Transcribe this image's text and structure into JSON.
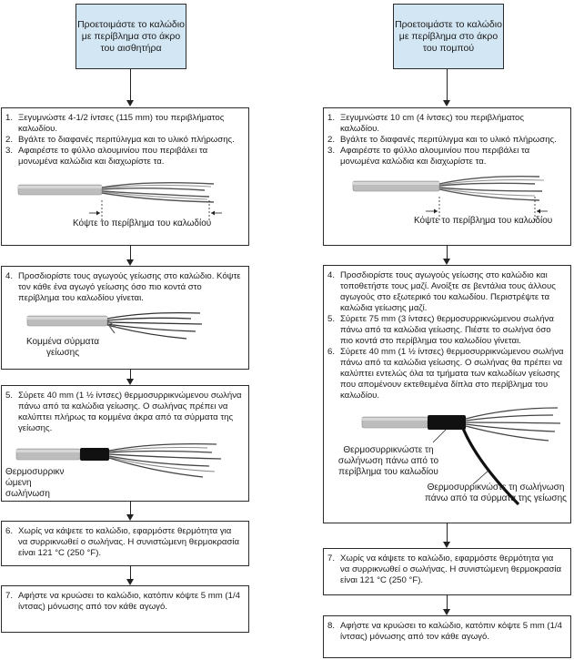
{
  "left": {
    "header": "Προετοιμάστε το καλώδιο με περίβλημα στο άκρο του αισθητήρα",
    "box1": {
      "steps": [
        {
          "n": "1.",
          "text": "Ξεγυμνώστε 4-1/2 ίντσες (115 mm) του περιβλήματος καλωδίου."
        },
        {
          "n": "2.",
          "text": "Βγάλτε το διαφανές περιτύλιγμα και το υλικό πλήρωσης."
        },
        {
          "n": "3.",
          "text": "Αφαιρέστε το φύλλο αλουμινίου που περιβάλει τα μονωμένα καλώδια και διαχωρίστε τα."
        }
      ],
      "caption": "Κόψτε το περίβλημα του καλωδίου"
    },
    "box2": {
      "steps": [
        {
          "n": "4.",
          "text": "Προσδιορίστε τους αγωγούς γείωσης στο καλώδιο. Κόψτε τον κάθε ένα αγωγό γείωσης όσο πιο κοντά στο περίβλημα του καλωδίου γίνεται."
        }
      ],
      "caption": "Κομμένα σύρματα γείωσης"
    },
    "box3": {
      "steps": [
        {
          "n": "5.",
          "text": "Σύρετε 40 mm (1 ½ ίντσες) θερμοσυρρικνώμενου σωλήνα πάνω από τα καλώδια γείωσης. Ο σωλήνας πρέπει να καλύπτει πλήρως τα κομμένα άκρα από τα σύρματα της γείωσης."
        }
      ],
      "caption": "Θερμοσυρρικν ώμενη σωλήνωση"
    },
    "box4": {
      "steps": [
        {
          "n": "6.",
          "text": "Χωρίς να κάψετε το καλώδιο, εφαρμόστε θερμότητα για να συρρικνωθεί ο σωλήνας. Η συνιστώμενη θερμοκρασία είναι 121 °C (250 °F)."
        }
      ]
    },
    "box5": {
      "steps": [
        {
          "n": "7.",
          "text": "Αφήστε να κρυώσει το καλώδιο, κατόπιν κόψτε 5 mm (1/4 ίντσας) μόνωσης από τον κάθε αγωγό."
        }
      ]
    }
  },
  "right": {
    "header": "Προετοιμάστε το καλώδιο με περίβλημα στο άκρο του πομπού",
    "box1": {
      "steps": [
        {
          "n": "1.",
          "text": "Ξεγυμνώστε 10 cm (4 ίντσες) του περιβλήματος καλωδίου."
        },
        {
          "n": "2.",
          "text": "Βγάλτε το διαφανές περιτύλιγμα και το υλικό πλήρωσης."
        },
        {
          "n": "3.",
          "text": "Αφαιρέστε το φύλλο αλουμινίου που περιβάλει τα μονωμένα καλώδια και διαχωρίστε τα."
        }
      ],
      "caption": "Κόψτε το περίβλημα του καλωδίου"
    },
    "box2": {
      "steps": [
        {
          "n": "4.",
          "text": "Προσδιορίστε τους αγωγούς γείωσης στο καλώδιο και τοποθετήστε τους μαζί. Ανοίξτε σε βεντάλια τους άλλους αγωγούς στο εξωτερικό του καλωδίου. Περιστρέψτε τα καλώδια γείωσης μαζί."
        },
        {
          "n": "5.",
          "text": "Σύρετε 75 mm (3 ίντσες) θερμοσυρρικνώμενου σωλήνα πάνω από τα καλώδια γείωσης. Πιέστε το σωλήνα όσο πιο κοντά στο περίβλημα του καλωδίου γίνεται."
        },
        {
          "n": "6.",
          "text": "Σύρετε 40 mm (1 ½ ίντσες) θερμοσυρρικνώμενου σωλήνα πάνω από τα καλώδια γείωσης. Ο σωλήνας θα πρέπει να καλύπτει εντελώς όλα τα τμήματα των καλωδίων γείωσης που απομένουν εκτεθειμένα δίπλα στο περίβλημα του καλωδίου."
        }
      ],
      "caption1": "Θερμοσυρρικνώστε τη σωλήνωση πάνω από το περίβλημα του καλωδίου",
      "caption2": "Θερμοσυρρικνώστε τη σωλήνωση πάνω από τα σύρματα της γείωσης"
    },
    "box3": {
      "steps": [
        {
          "n": "7.",
          "text": "Χωρίς να κάψετε το καλώδιο, εφαρμόστε θερμότητα για να συρρικνωθεί ο σωλήνας. Η συνιστώμενη θερμοκρασία είναι 121 °C (250 °F)."
        }
      ]
    },
    "box4": {
      "steps": [
        {
          "n": "8.",
          "text": "Αφήστε να κρυώσει το καλώδιο, κατόπιν κόψτε 5 mm (1/4 ίντσας) μόνωσης από τον κάθε αγωγό."
        }
      ]
    }
  }
}
